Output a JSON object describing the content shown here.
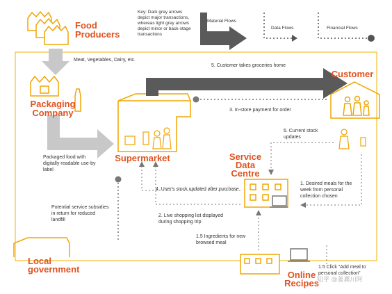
{
  "colors": {
    "accent": "#e0521f",
    "icon": "#f0a500",
    "major_flow": "#5a5a5a",
    "minor_flow": "#c8c8c8",
    "dotted": "#777777",
    "border": "#f5b200"
  },
  "key": {
    "note": "Key: Dark grey arrows depict major transactions, whereas light grey arrows depict minor or back-stage transactions",
    "material_flows": "Material Flows",
    "data_flows": "Data Flows",
    "financial_flows": "Financial Flows"
  },
  "nodes": {
    "food_producers": "Food Producers",
    "packaging_company": "Packaging Company",
    "supermarket": "Supermarket",
    "customer": "Customer",
    "service_data_centre": "Service Data Centre",
    "local_government": "Local government",
    "online_recipes": "Online Recipes"
  },
  "labels": {
    "meat_veg": "Meat, Vegetables, Dairy, etc.",
    "packaged_food": "Packaged food with digitally readable use-by label",
    "subsidies": "Potential service subsidies in return for reduced landfill",
    "step_5": "5. Customer takes groceries home",
    "step_3": "3. In-store payment for order",
    "step_6": "6. Current stock updates",
    "step_1": "1. Desired meals for the week from personal collection chosen",
    "step_4": "4. User's stock updated after purchase",
    "step_2": "2. Live shopping list displayed during shopping trip",
    "step_1_5": "1.5 Ingredients for new browsed meal",
    "step_1_5_click": "1.5 Click \"Add meal to personal collection\""
  },
  "watermark": "知乎 @差異川阿"
}
